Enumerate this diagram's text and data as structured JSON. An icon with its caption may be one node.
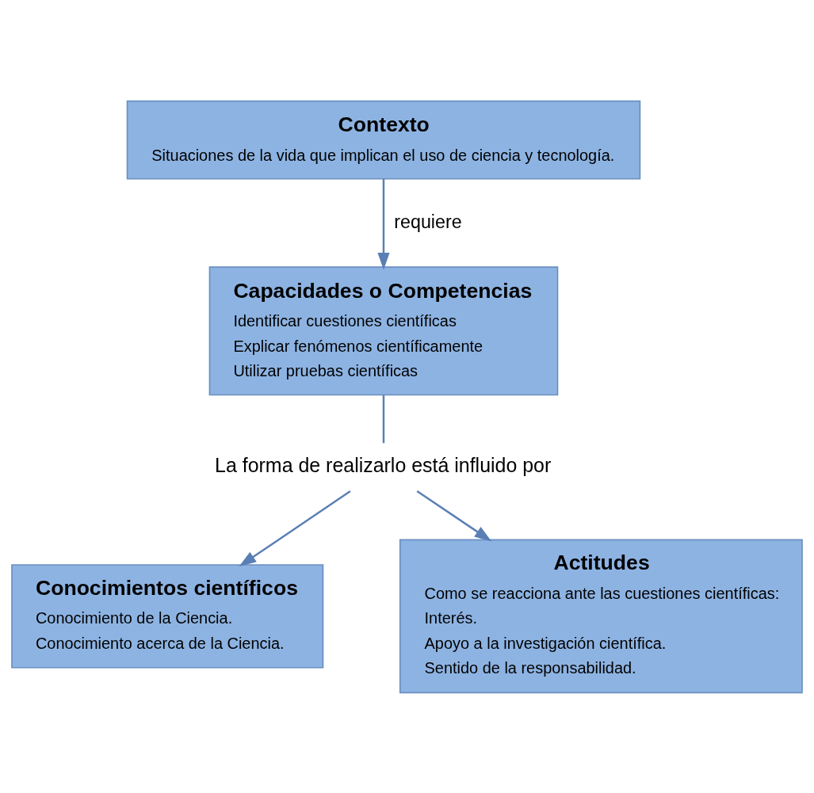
{
  "diagram": {
    "nodes": [
      {
        "text": [
          "Contexto",
          "Situaciones de la vida que implican el uso de ciencia y tecnología."
        ]
      },
      {
        "text": [
          "Capacidades o Competencias",
          "Identificar cuestiones científicas",
          "Explicar fenómenos científicamente",
          "Utilizar pruebas científicas"
        ]
      },
      {
        "text": [
          "Conocimientos científicos",
          "Conocimiento de la Ciencia.",
          "Conocimiento acerca de la Ciencia."
        ]
      },
      {
        "text": [
          "Actitudes",
          "Como se reacciona ante las cuestiones científicas:",
          "Interés.",
          "Apoyo a la investigación científica.",
          "Sentido de la responsabilidad."
        ]
      },
      {
        "text": [
          "La forma de realizarlo está influido por"
        ]
      }
    ],
    "edges": [
      {
        "from": 0,
        "to": 1,
        "arrow": "to",
        "label": "requiere"
      },
      {
        "from": 1,
        "to": 4,
        "arrow": "none"
      },
      {
        "from": 4,
        "to": 2,
        "arrow": "to"
      },
      {
        "from": 4,
        "to": 3,
        "arrow": "to"
      }
    ]
  }
}
